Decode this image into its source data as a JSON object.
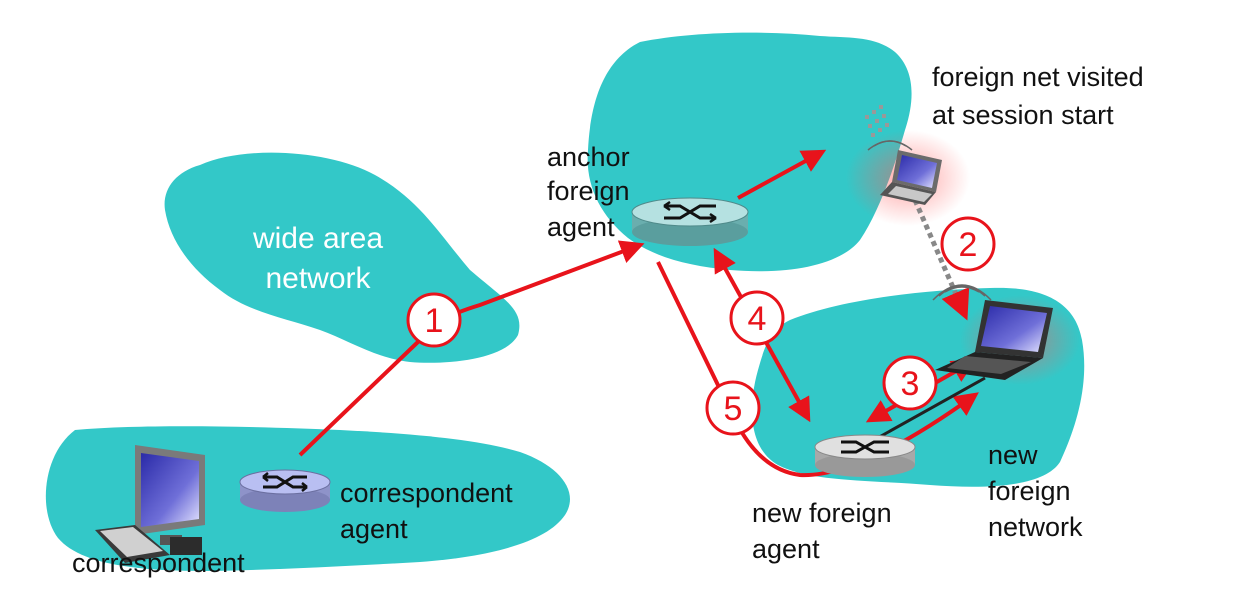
{
  "colors": {
    "network": "#33c8c8",
    "flow": "#e8131b",
    "router_blue": "#b9bff2",
    "router_teal": "#8fcccc",
    "router_grey": "#d4d4d4"
  },
  "labels": {
    "wan_line1": "wide area",
    "wan_line2": "network",
    "visited_line1": "foreign net  visited",
    "visited_line2": "at session start",
    "anchor_line1": "anchor",
    "anchor_line2": "foreign",
    "anchor_line3": "agent",
    "corr_agent_line1": "correspondent",
    "corr_agent_line2": "agent",
    "correspondent": "correspondent",
    "new_agent_line1": "new foreign",
    "new_agent_line2": "agent",
    "new_net_line1": "new",
    "new_net_line2": "foreign",
    "new_net_line3": "network"
  },
  "steps": [
    "1",
    "2",
    "3",
    "4",
    "5"
  ],
  "icons": {
    "correspondent_host": "desktop-computer-icon",
    "old_laptop": "laptop-icon",
    "new_laptop": "laptop-icon",
    "routers": "router-icon"
  }
}
